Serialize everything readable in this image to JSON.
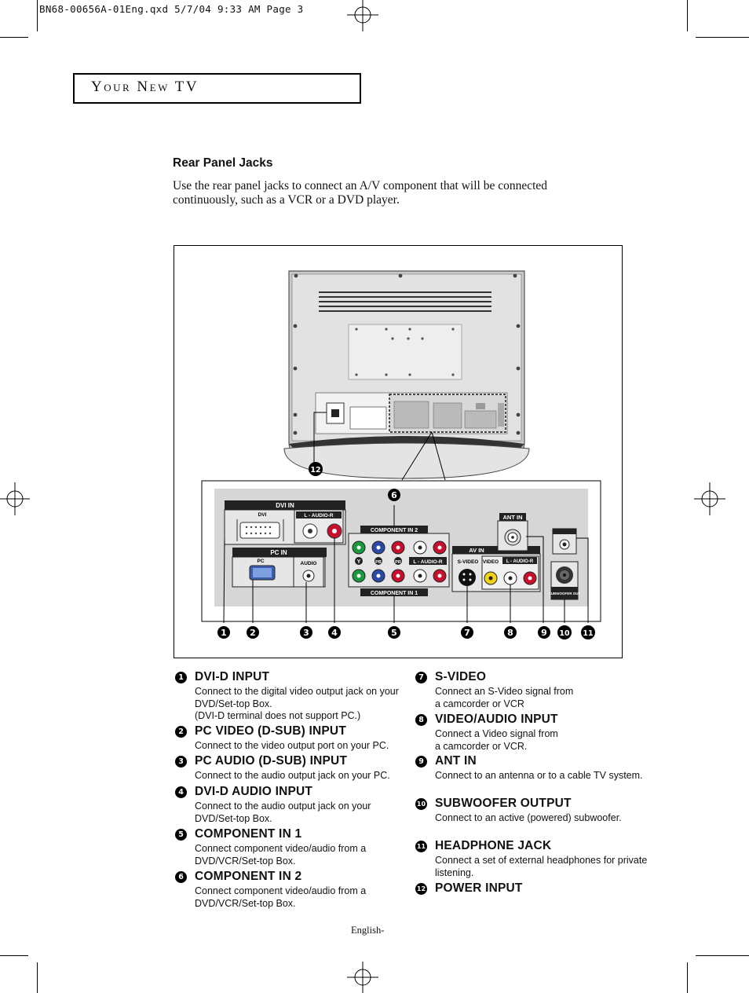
{
  "header": {
    "slug": "BN68-00656A-01Eng.qxd   5/7/04  9:33 AM   Page 3"
  },
  "section": {
    "title": "Your New TV"
  },
  "heading": "Rear Panel Jacks",
  "intro": "Use the rear panel jacks to connect an A/V component that will be connected continuously, such as a VCR or a DVD player.",
  "figure": {
    "labels": {
      "dvi_in": "DVI IN",
      "dvi": "DVI",
      "audio_lr": "L - AUDIO-R",
      "pc_in": "PC IN",
      "pc": "PC",
      "audio": "AUDIO",
      "component_in_2": "COMPONENT IN 2",
      "component_in_1": "COMPONENT IN 1",
      "y": "Y",
      "pb": "PB",
      "pr": "PR",
      "av_in": "AV IN",
      "s_video": "S-VIDEO",
      "video": "VIDEO",
      "ant_in": "ANT IN",
      "subwoofer_out": "SUBWOOFER OUT"
    },
    "callouts": [
      "1",
      "2",
      "3",
      "4",
      "5",
      "6",
      "7",
      "8",
      "9",
      "10",
      "11",
      "12"
    ]
  },
  "items": [
    {
      "num": "1",
      "title": "DVI-D INPUT",
      "desc": "Connect to the digital video output jack on your DVD/Set-top Box.\n(DVI-D terminal does not support PC.)"
    },
    {
      "num": "2",
      "title": "PC VIDEO (D-SUB) INPUT",
      "desc": "Connect to the video output port on your PC."
    },
    {
      "num": "3",
      "title": "PC AUDIO (D-SUB) INPUT",
      "desc": "Connect to the audio output jack on your PC."
    },
    {
      "num": "4",
      "title": "DVI-D AUDIO INPUT",
      "desc": "Connect to the audio output jack on your DVD/Set-top Box."
    },
    {
      "num": "5",
      "title": "COMPONENT IN 1",
      "desc": "Connect component video/audio from a DVD/VCR/Set-top Box."
    },
    {
      "num": "6",
      "title": "COMPONENT IN 2",
      "desc": "Connect component video/audio from a DVD/VCR/Set-top Box."
    },
    {
      "num": "7",
      "title": "S-VIDEO",
      "desc": "Connect an S-Video signal from\na camcorder or VCR"
    },
    {
      "num": "8",
      "title": "VIDEO/AUDIO INPUT",
      "desc": "Connect a Video signal from\na camcorder or VCR."
    },
    {
      "num": "9",
      "title": "ANT IN",
      "desc": "Connect to an antenna or to a cable TV system."
    },
    {
      "num": "10",
      "title": "SUBWOOFER OUTPUT",
      "desc": "Connect to an active (powered) subwoofer."
    },
    {
      "num": "11",
      "title": "HEADPHONE JACK",
      "desc": "Connect a set of external headphones for private listening."
    },
    {
      "num": "12",
      "title": "POWER INPUT",
      "desc": ""
    }
  ],
  "footer": {
    "text": "English-"
  }
}
